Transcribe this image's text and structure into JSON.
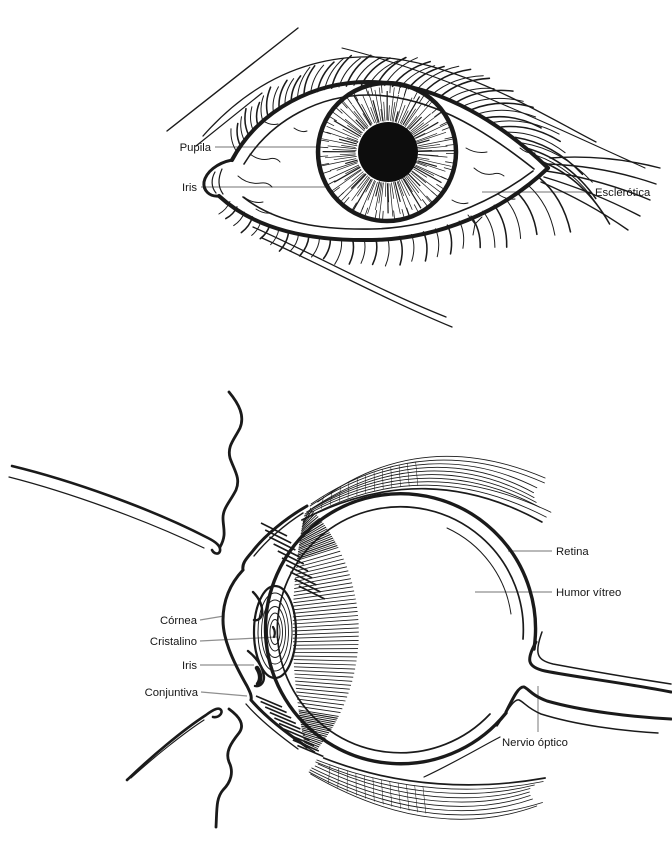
{
  "figure": {
    "background_color": "#ffffff",
    "ink_color": "#1a1a1a",
    "leader_line_color": "#8f8f8f"
  },
  "top_diagram": {
    "labels": {
      "pupila": "Pupila",
      "iris": "Iris",
      "esclerotica": "Esclerótica"
    }
  },
  "bottom_diagram": {
    "labels": {
      "cornea": "Córnea",
      "cristalino": "Cristalino",
      "iris": "Iris",
      "conjuntiva": "Conjuntiva",
      "retina": "Retina",
      "humor_vitreo": "Humor vítreo",
      "nervio_optico": "Nervio óptico"
    }
  }
}
